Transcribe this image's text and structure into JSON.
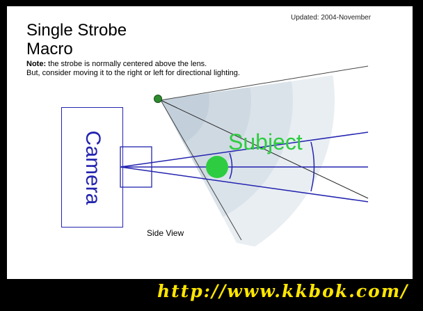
{
  "header": {
    "updated": "Updated: 2004-November",
    "title_line1": "Single Strobe",
    "title_line2": "Macro"
  },
  "note": {
    "label": "Note:",
    "line1": " the strobe is normally centered above the lens.",
    "line2": "But, consider moving it to the right or left for directional lighting."
  },
  "diagram": {
    "camera_label": "Camera",
    "subject_label": "Subject",
    "view_label": "Side View"
  },
  "colors": {
    "camera_lines": "#2323b0",
    "subject": "#2ecc40",
    "light_cone": "#c7d3dd",
    "strobe": "#2e8b2e"
  },
  "watermark": {
    "url": "http://www.kkbok.com/"
  }
}
